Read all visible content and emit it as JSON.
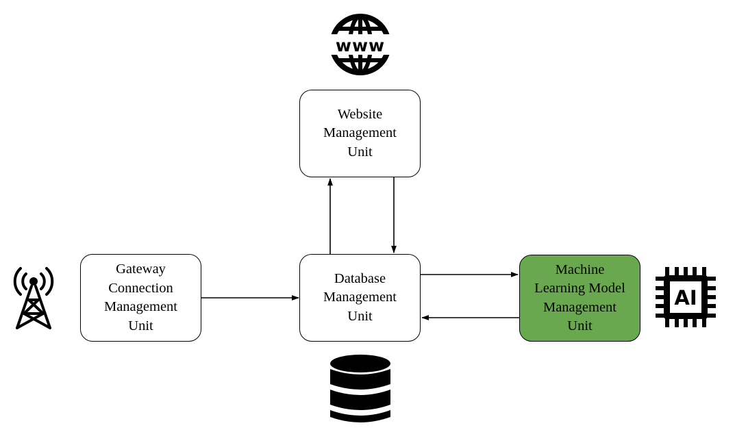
{
  "diagram": {
    "nodes": {
      "website": {
        "label": "Website\nManagement\nUnit"
      },
      "database": {
        "label": "Database\nManagement\nUnit"
      },
      "gateway": {
        "label": "Gateway\nConnection\nManagement\nUnit"
      },
      "ml": {
        "label": "Machine\nLearning Model\nManagement\nUnit",
        "fill": "#6aa84f"
      }
    },
    "edges": [
      {
        "from": "gateway",
        "to": "database"
      },
      {
        "from": "database",
        "to": "website"
      },
      {
        "from": "website",
        "to": "database"
      },
      {
        "from": "database",
        "to": "ml"
      },
      {
        "from": "ml",
        "to": "database"
      }
    ],
    "icons": {
      "www": {
        "name": "www-globe-icon",
        "text": "www"
      },
      "tower": {
        "name": "radio-tower-icon"
      },
      "database": {
        "name": "database-icon"
      },
      "ai": {
        "name": "ai-chip-icon",
        "text": "AI"
      }
    }
  }
}
